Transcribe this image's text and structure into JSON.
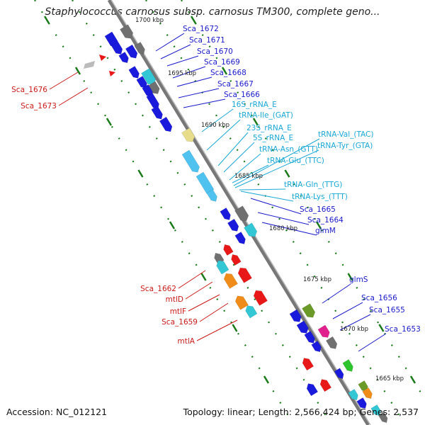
{
  "title": "Staphylococcus carnosus subsp. carnosus TM300, complete geno...",
  "footer": {
    "accession": "Accession: NC_012121",
    "summary": "Topology: linear; Length: 2,566,424 bp; Genes: 2,537"
  },
  "colors": {
    "backbone": "#707070",
    "blue_gene": "#1a1adc",
    "red_gene": "#e81818",
    "cyan_gene": "#33c6d4",
    "light_blue_rna": "#4fc2ef",
    "orange_gene": "#ef8c1a",
    "olive_gene": "#6b9a28",
    "magenta_gene": "#e0208c",
    "green_gene": "#2ec42e",
    "khaki_gene": "#e6dc8a",
    "gray_gene": "#707070",
    "tick_green": "#1a7a1a",
    "label_blue": "#1a1acc",
    "label_cyan": "#1aa8d8",
    "label_red": "#cc1a1a"
  },
  "kbp_labels": [
    "1700 kbp",
    "1695 kbp",
    "1690 kbp",
    "1685 kbp",
    "1680 kbp",
    "1675 kbp",
    "1670 kbp",
    "1665 kbp"
  ],
  "labels_right": [
    "Sca_1672",
    "Sca_1671",
    "Sca_1670",
    "Sca_1669",
    "Sca_1668",
    "Sca_1667",
    "Sca_1666",
    "16S_rRNA_E",
    "tRNA-Ile_(GAT)",
    "23S_rRNA_E",
    "5S_rRNA_E",
    "tRNA-Asn_(GTT)",
    "tRNA-Glu_(TTC)",
    "tRNA-Val_(TAC)",
    "tRNA-Tyr_(GTA)",
    "tRNA-Gln_(TTG)",
    "tRNA-Lys_(TTT)",
    "Sca_1665",
    "Sca_1664",
    "glmM",
    "glmS",
    "Sca_1656",
    "Sca_1655",
    "Sca_1653"
  ],
  "labels_left": [
    "Sca_1676",
    "Sca_1673",
    "Sca_1662",
    "mtlD",
    "mtlF",
    "Sca_1659",
    "mtlA"
  ]
}
